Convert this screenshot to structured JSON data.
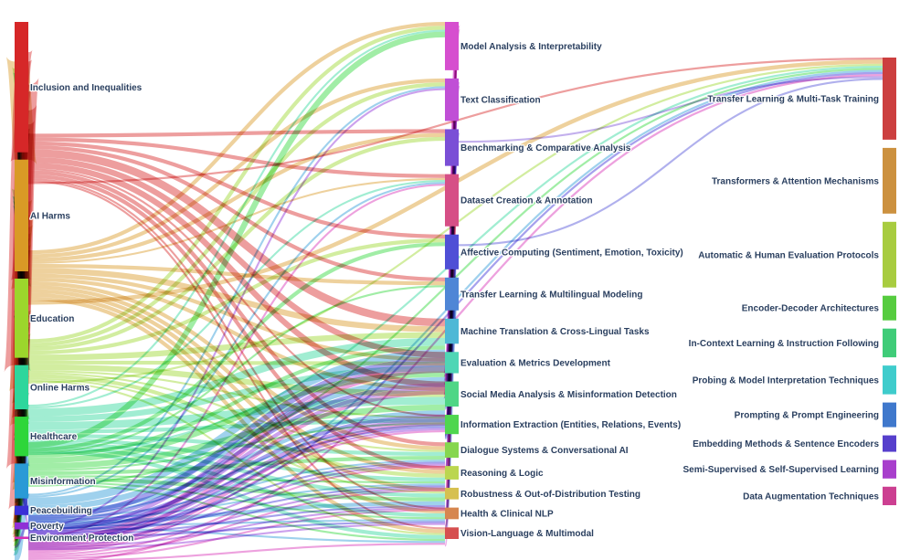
{
  "chart_data": {
    "type": "sankey",
    "columns": [
      {
        "nodes": [
          {
            "name": "Inclusion and Inequalities",
            "color": "#d62728"
          },
          {
            "name": "AI Harms",
            "color": "#d99a26"
          },
          {
            "name": "Education",
            "color": "#9cd62c"
          },
          {
            "name": "Online Harms",
            "color": "#2ed69c"
          },
          {
            "name": "Healthcare",
            "color": "#2ed63a"
          },
          {
            "name": "Misinformation",
            "color": "#2a9ad6"
          },
          {
            "name": "Peacebuilding",
            "color": "#3a2fd6"
          },
          {
            "name": "Poverty",
            "color": "#8f2fd6"
          },
          {
            "name": "Environment Protection",
            "color": "#d62fb5"
          }
        ]
      },
      {
        "nodes": [
          {
            "name": "Model Analysis & Interpretability",
            "color": "#d64fcf"
          },
          {
            "name": "Text Classification",
            "color": "#c04fd6"
          },
          {
            "name": "Benchmarking & Comparative Analysis",
            "color": "#7a4fd6"
          },
          {
            "name": "Dataset Creation & Annotation",
            "color": "#d64f86"
          },
          {
            "name": "Affective Computing (Sentiment, Emotion, Toxicity)",
            "color": "#4f4fd6"
          },
          {
            "name": "Transfer Learning & Multilingual Modeling",
            "color": "#4f86d6"
          },
          {
            "name": "Machine Translation & Cross-Lingual Tasks",
            "color": "#4fb8d6"
          },
          {
            "name": "Evaluation & Metrics Development",
            "color": "#4fd6b5"
          },
          {
            "name": "Social Media Analysis & Misinformation Detection",
            "color": "#4fd686"
          },
          {
            "name": "Information Extraction (Entities, Relations, Events)",
            "color": "#4fd64f"
          },
          {
            "name": "Dialogue Systems & Conversational AI",
            "color": "#86d64f"
          },
          {
            "name": "Reasoning & Logic",
            "color": "#bbd64f"
          },
          {
            "name": "Robustness & Out-of-Distribution Testing",
            "color": "#d6c04f"
          },
          {
            "name": "Health & Clinical NLP",
            "color": "#d6864f"
          },
          {
            "name": "Vision-Language & Multimodal",
            "color": "#d64f4f"
          }
        ]
      },
      {
        "nodes": [
          {
            "name": "Transfer Learning & Multi-Task Training",
            "color": "#cc3f3f"
          },
          {
            "name": "Transformers & Attention Mechanisms",
            "color": "#cc913f"
          },
          {
            "name": "Automatic & Human Evaluation Protocols",
            "color": "#a8cc3f"
          },
          {
            "name": "Encoder-Decoder Architectures",
            "color": "#56cc3f"
          },
          {
            "name": "In-Context Learning & Instruction Following",
            "color": "#3fcc78"
          },
          {
            "name": "Probing & Model Interpretation Techniques",
            "color": "#3fcccc"
          },
          {
            "name": "Prompting & Prompt Engineering",
            "color": "#3f78cc"
          },
          {
            "name": "Embedding Methods & Sentence Encoders",
            "color": "#563fcc"
          },
          {
            "name": "Semi-Supervised & Self-Supervised Learning",
            "color": "#a83fcc"
          },
          {
            "name": "Data Augmentation Techniques",
            "color": "#cc3f91"
          }
        ]
      }
    ],
    "node_values": [
      [
        56,
        48,
        34,
        19,
        17,
        15,
        4,
        3,
        1
      ],
      [
        25,
        22,
        19,
        27,
        18,
        17,
        13,
        11,
        13,
        10,
        8,
        7,
        6,
        6,
        6
      ],
      [
        40,
        32,
        32,
        12,
        14,
        14,
        12,
        8,
        9,
        9
      ]
    ],
    "links": [
      [
        0,
        0,
        8
      ],
      [
        0,
        1,
        5
      ],
      [
        0,
        2,
        4
      ],
      [
        0,
        3,
        10
      ],
      [
        0,
        4,
        3
      ],
      [
        0,
        5,
        8
      ],
      [
        0,
        6,
        6
      ],
      [
        0,
        7,
        2
      ],
      [
        0,
        8,
        2
      ],
      [
        0,
        11,
        2
      ],
      [
        0,
        12,
        2
      ],
      [
        0,
        13,
        2
      ],
      [
        0,
        14,
        2
      ],
      [
        1,
        0,
        9
      ],
      [
        1,
        1,
        4
      ],
      [
        1,
        2,
        5
      ],
      [
        1,
        3,
        6
      ],
      [
        1,
        4,
        5
      ],
      [
        1,
        5,
        3
      ],
      [
        1,
        6,
        2
      ],
      [
        1,
        7,
        3
      ],
      [
        1,
        8,
        2
      ],
      [
        1,
        9,
        2
      ],
      [
        1,
        10,
        2
      ],
      [
        1,
        11,
        2
      ],
      [
        1,
        12,
        1
      ],
      [
        1,
        14,
        2
      ],
      [
        2,
        0,
        3
      ],
      [
        2,
        1,
        4
      ],
      [
        2,
        2,
        3
      ],
      [
        2,
        3,
        4
      ],
      [
        2,
        4,
        2
      ],
      [
        2,
        5,
        3
      ],
      [
        2,
        6,
        2
      ],
      [
        2,
        7,
        3
      ],
      [
        2,
        8,
        2
      ],
      [
        2,
        9,
        2
      ],
      [
        2,
        10,
        2
      ],
      [
        2,
        11,
        2
      ],
      [
        2,
        13,
        2
      ],
      [
        3,
        0,
        2
      ],
      [
        3,
        1,
        3
      ],
      [
        3,
        2,
        2
      ],
      [
        3,
        3,
        2
      ],
      [
        3,
        4,
        3
      ],
      [
        3,
        5,
        1
      ],
      [
        3,
        6,
        1
      ],
      [
        3,
        7,
        1
      ],
      [
        3,
        8,
        2
      ],
      [
        3,
        9,
        1
      ],
      [
        3,
        12,
        1
      ],
      [
        4,
        0,
        1
      ],
      [
        4,
        1,
        2
      ],
      [
        4,
        2,
        2
      ],
      [
        4,
        3,
        2
      ],
      [
        4,
        4,
        1
      ],
      [
        4,
        5,
        1
      ],
      [
        4,
        6,
        1
      ],
      [
        4,
        7,
        1
      ],
      [
        4,
        9,
        3
      ],
      [
        4,
        13,
        2
      ],
      [
        4,
        14,
        1
      ],
      [
        5,
        0,
        1
      ],
      [
        5,
        1,
        2
      ],
      [
        5,
        2,
        1
      ],
      [
        5,
        3,
        2
      ],
      [
        5,
        4,
        2
      ],
      [
        5,
        5,
        1
      ],
      [
        5,
        6,
        1
      ],
      [
        5,
        8,
        3
      ],
      [
        5,
        10,
        1
      ],
      [
        5,
        12,
        1
      ],
      [
        6,
        0,
        1
      ],
      [
        6,
        1,
        1
      ],
      [
        6,
        3,
        1
      ],
      [
        6,
        4,
        1
      ],
      [
        7,
        2,
        1
      ],
      [
        7,
        7,
        1
      ],
      [
        7,
        10,
        1
      ],
      [
        8,
        12,
        1
      ],
      [
        0,
        15,
        4
      ],
      [
        0,
        16,
        3
      ],
      [
        0,
        17,
        3
      ],
      [
        0,
        18,
        1
      ],
      [
        0,
        19,
        2
      ],
      [
        0,
        20,
        2
      ],
      [
        0,
        22,
        1
      ],
      [
        0,
        23,
        1
      ],
      [
        0,
        24,
        1
      ],
      [
        1,
        15,
        3
      ],
      [
        1,
        16,
        2
      ],
      [
        1,
        17,
        2
      ],
      [
        1,
        19,
        2
      ],
      [
        1,
        20,
        2
      ],
      [
        1,
        21,
        2
      ],
      [
        1,
        22,
        2
      ],
      [
        1,
        23,
        2
      ],
      [
        1,
        24,
        2
      ],
      [
        2,
        15,
        3
      ],
      [
        2,
        16,
        2
      ],
      [
        2,
        17,
        3
      ],
      [
        2,
        18,
        1
      ],
      [
        2,
        19,
        1
      ],
      [
        2,
        20,
        2
      ],
      [
        2,
        21,
        1
      ],
      [
        2,
        23,
        1
      ],
      [
        2,
        24,
        1
      ],
      [
        3,
        15,
        4
      ],
      [
        3,
        16,
        3
      ],
      [
        3,
        17,
        4
      ],
      [
        3,
        18,
        2
      ],
      [
        3,
        19,
        2
      ],
      [
        3,
        20,
        2
      ],
      [
        3,
        21,
        2
      ],
      [
        3,
        22,
        2
      ],
      [
        3,
        23,
        2
      ],
      [
        3,
        24,
        1
      ],
      [
        4,
        15,
        2
      ],
      [
        4,
        16,
        3
      ],
      [
        4,
        17,
        3
      ],
      [
        4,
        18,
        1
      ],
      [
        4,
        19,
        2
      ],
      [
        4,
        20,
        1
      ],
      [
        4,
        21,
        2
      ],
      [
        4,
        22,
        1
      ],
      [
        4,
        23,
        1
      ],
      [
        4,
        24,
        1
      ],
      [
        5,
        15,
        4
      ],
      [
        5,
        16,
        3
      ],
      [
        5,
        17,
        2
      ],
      [
        5,
        18,
        1
      ],
      [
        5,
        19,
        1
      ],
      [
        5,
        20,
        1
      ],
      [
        5,
        21,
        2
      ],
      [
        5,
        22,
        1
      ],
      [
        5,
        23,
        1
      ],
      [
        5,
        24,
        1
      ],
      [
        6,
        15,
        3
      ],
      [
        6,
        16,
        2
      ],
      [
        6,
        17,
        2
      ],
      [
        6,
        18,
        1
      ],
      [
        6,
        19,
        1
      ],
      [
        6,
        20,
        1
      ],
      [
        6,
        21,
        1
      ],
      [
        6,
        22,
        1
      ],
      [
        6,
        24,
        1
      ],
      [
        7,
        15,
        2
      ],
      [
        7,
        16,
        2
      ],
      [
        7,
        17,
        2
      ],
      [
        7,
        18,
        1
      ],
      [
        7,
        19,
        1
      ],
      [
        7,
        20,
        1
      ],
      [
        7,
        21,
        1
      ],
      [
        7,
        22,
        1
      ],
      [
        8,
        15,
        3
      ],
      [
        8,
        16,
        2
      ],
      [
        8,
        17,
        2
      ],
      [
        8,
        18,
        1
      ],
      [
        8,
        19,
        1
      ],
      [
        8,
        20,
        1
      ],
      [
        8,
        21,
        1
      ],
      [
        8,
        23,
        1
      ],
      [
        8,
        24,
        1
      ],
      [
        9,
        15,
        2
      ],
      [
        9,
        16,
        2
      ],
      [
        9,
        17,
        1
      ],
      [
        9,
        18,
        1
      ],
      [
        9,
        19,
        1
      ],
      [
        9,
        20,
        1
      ],
      [
        9,
        21,
        1
      ],
      [
        9,
        23,
        1
      ],
      [
        10,
        15,
        2
      ],
      [
        10,
        16,
        2
      ],
      [
        10,
        17,
        1
      ],
      [
        10,
        18,
        1
      ],
      [
        10,
        19,
        1
      ],
      [
        10,
        22,
        1
      ],
      [
        11,
        15,
        2
      ],
      [
        11,
        16,
        1
      ],
      [
        11,
        17,
        1
      ],
      [
        11,
        18,
        1
      ],
      [
        11,
        19,
        1
      ],
      [
        11,
        24,
        1
      ],
      [
        12,
        15,
        2
      ],
      [
        12,
        16,
        1
      ],
      [
        12,
        17,
        1
      ],
      [
        12,
        20,
        1
      ],
      [
        12,
        22,
        1
      ],
      [
        13,
        15,
        2
      ],
      [
        13,
        16,
        1
      ],
      [
        13,
        17,
        1
      ],
      [
        13,
        21,
        1
      ],
      [
        13,
        24,
        1
      ],
      [
        14,
        15,
        2
      ],
      [
        14,
        16,
        1
      ],
      [
        14,
        17,
        2
      ],
      [
        14,
        22,
        1
      ]
    ]
  }
}
